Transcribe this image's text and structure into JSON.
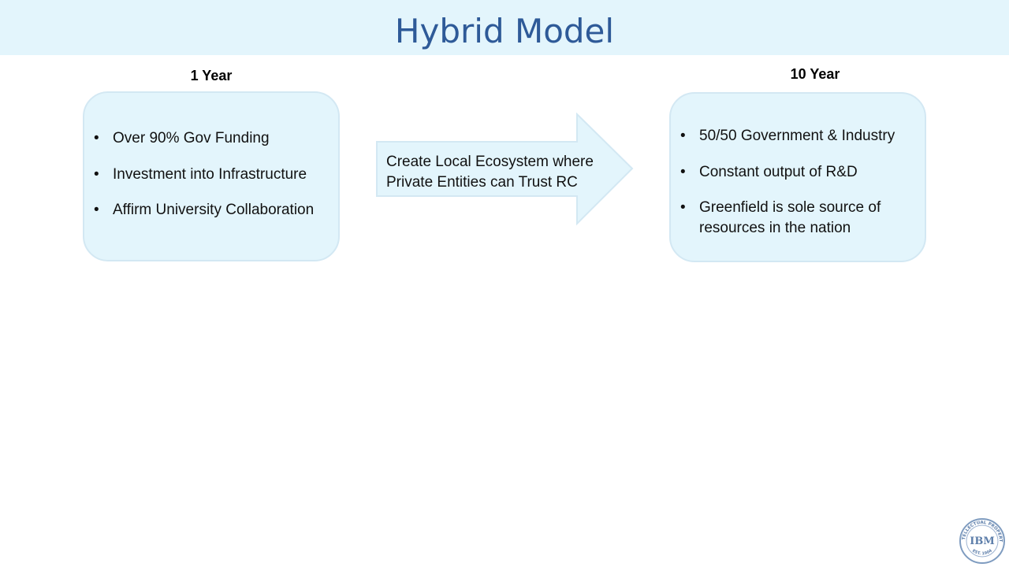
{
  "slide": {
    "title": "Hybrid Model"
  },
  "left_column": {
    "heading": "1 Year",
    "items": [
      "Over 90% Gov Funding",
      "Investment into Infrastructure",
      "Affirm University Collaboration"
    ]
  },
  "arrow": {
    "line1": "Create Local Ecosystem where",
    "line2": "Private Entities can Trust RC"
  },
  "right_column": {
    "heading": "10 Year",
    "items": [
      "50/50 Government & Industry",
      "Constant output of R&D",
      "Greenfield is sole source of",
      "resources in the nation"
    ]
  },
  "logo": {
    "name": "IBM",
    "text": "IBM",
    "ring_text": "INTELLECTUAL PROPERTY",
    "est": "EST. 1904"
  },
  "colors": {
    "title": "#2e5a98",
    "panel_fill": "#e3f5fc",
    "panel_border": "#d3e8f3"
  }
}
